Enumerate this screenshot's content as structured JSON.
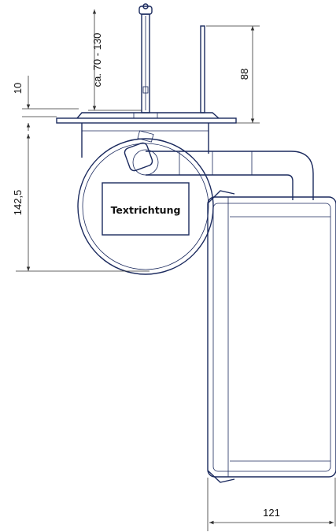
{
  "drawing": {
    "label_text_direction": "Textrichtung",
    "dimensions": {
      "mount_range": "ca. 70 - 130",
      "flange_thickness": "10",
      "probe_length": "88",
      "height": "142,5",
      "width": "121"
    }
  }
}
